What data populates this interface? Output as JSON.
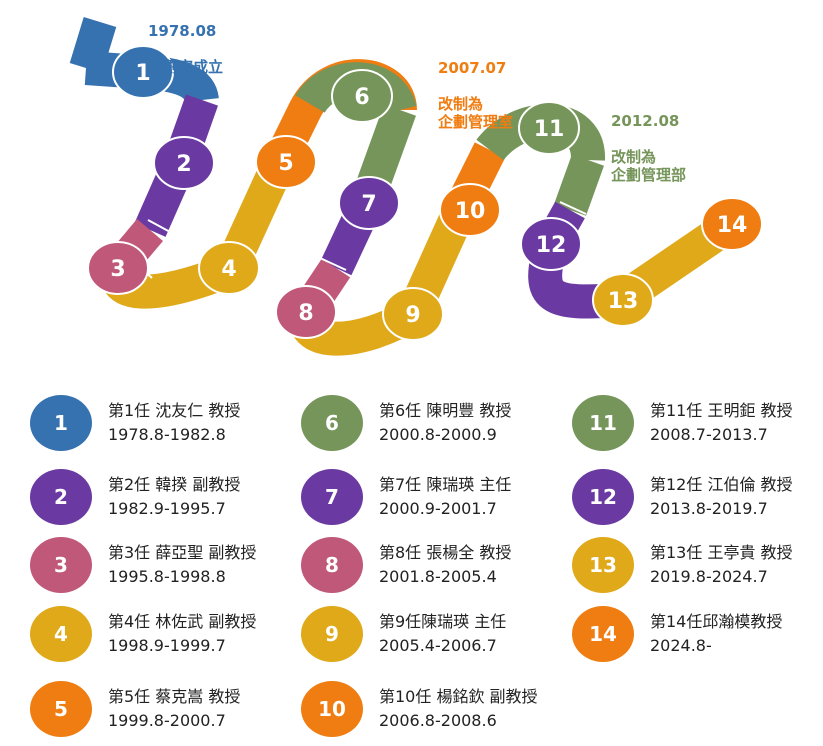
{
  "colors": {
    "blue": "#3672b0",
    "purple": "#6a3aa2",
    "pink": "#c0587a",
    "yellow": "#e0a91a",
    "orange": "#f07d11",
    "green": "#76955a"
  },
  "milestones": [
    {
      "date": "1978.08",
      "text": "企劃室成立",
      "color": "#3672b0"
    },
    {
      "date": "2007.07",
      "text": "改制為\n企劃管理室",
      "color": "#f07d11"
    },
    {
      "date": "2012.08",
      "text": "改制為\n企劃管理部",
      "color": "#76955a"
    }
  ],
  "path_nodes": [
    "1",
    "2",
    "3",
    "4",
    "5",
    "6",
    "7",
    "8",
    "9",
    "10",
    "11",
    "12",
    "13",
    "14"
  ],
  "terms": [
    {
      "num": "1",
      "title": "第1任 沈友仁 教授",
      "period": "1978.8-1982.8",
      "color": "#3672b0"
    },
    {
      "num": "2",
      "title": "第2任 韓揆 副教授",
      "period": "1982.9-1995.7",
      "color": "#6a3aa2"
    },
    {
      "num": "3",
      "title": "第3任 薛亞聖 副教授",
      "period": "1995.8-1998.8",
      "color": "#c0587a"
    },
    {
      "num": "4",
      "title": "第4任 林佐武 副教授",
      "period": "1998.9-1999.7",
      "color": "#e0a91a"
    },
    {
      "num": "5",
      "title": "第5任 蔡克嵩 教授",
      "period": "1999.8-2000.7",
      "color": "#f07d11"
    },
    {
      "num": "6",
      "title": "第6任 陳明豐 教授",
      "period": "2000.8-2000.9",
      "color": "#76955a"
    },
    {
      "num": "7",
      "title": "第7任 陳瑞瑛 主任",
      "period": "2000.9-2001.7",
      "color": "#6a3aa2"
    },
    {
      "num": "8",
      "title": "第8任 張楊全 教授",
      "period": "2001.8-2005.4",
      "color": "#c0587a"
    },
    {
      "num": "9",
      "title": "第9任陳瑞瑛 主任",
      "period": "2005.4-2006.7",
      "color": "#e0a91a"
    },
    {
      "num": "10",
      "title": "第10任 楊銘欽 副教授",
      "period": "2006.8-2008.6",
      "color": "#f07d11"
    },
    {
      "num": "11",
      "title": "第11任 王明鉅 教授",
      "period": "2008.7-2013.7",
      "color": "#76955a"
    },
    {
      "num": "12",
      "title": "第12任 江伯倫 教授",
      "period": "2013.8-2019.7",
      "color": "#6a3aa2"
    },
    {
      "num": "13",
      "title": "第13任 王亭貴 教授",
      "period": "2019.8-2024.7",
      "color": "#e0a91a"
    },
    {
      "num": "14",
      "title": "第14任邱瀚模教授",
      "period": "2024.8-",
      "color": "#f07d11"
    }
  ]
}
